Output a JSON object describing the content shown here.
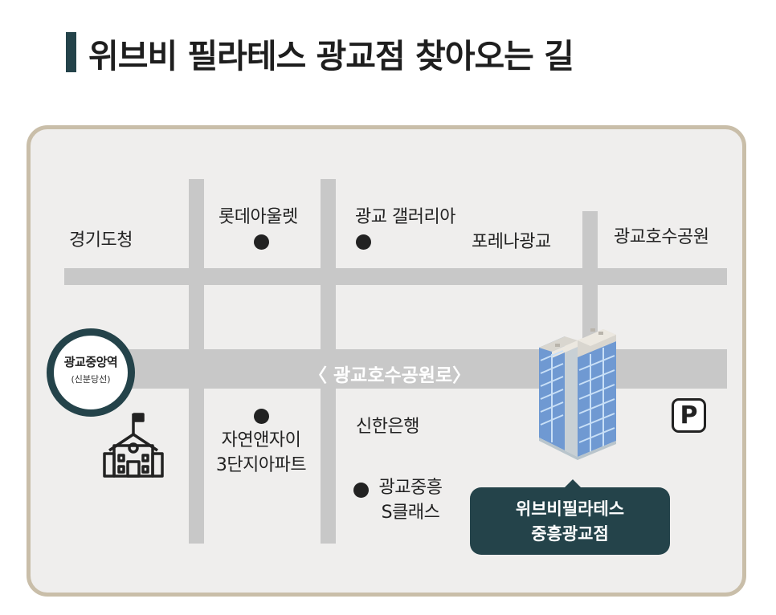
{
  "title": "위브비 필라테스 광교점 찾아오는 길",
  "map": {
    "main_road": "〈 광교호수공원로〉",
    "labels": {
      "gyeonggi": "경기도청",
      "lotte": "롯데아울렛",
      "gallery": "광교 갤러리아",
      "forena": "포레나광교",
      "lake_park": "광교호수공원",
      "shinhan": "신한은행"
    },
    "apartment": {
      "line1": "자연앤자이",
      "line2": "3단지아파트"
    },
    "sclass": {
      "line1": "광교중흥",
      "line2": "S클래스"
    },
    "station": {
      "name": "광교중앙역",
      "line": "(신분당선)"
    },
    "parking": "P",
    "destination": {
      "line1": "위브비필라테스",
      "line2": "중흥광교점"
    }
  },
  "colors": {
    "accent": "#24434a",
    "road": "#c8c8c8",
    "frame": "#c9bea9",
    "map_bg": "#efeeed"
  },
  "icons": [
    "school-icon",
    "building-icon",
    "parking-icon",
    "poi-dot-icon"
  ]
}
